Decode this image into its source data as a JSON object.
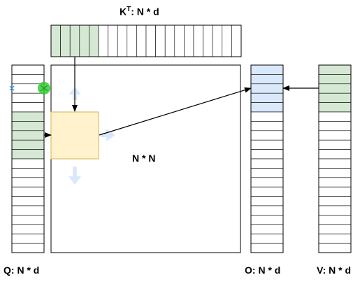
{
  "labels": {
    "k": "K",
    "k_sup": "T",
    "k_rest": ": N * d",
    "q": "Q: N * d",
    "o": "O: N * d",
    "v": "V: N * d",
    "nn": "N * N"
  },
  "colors": {
    "stroke": "#000000",
    "green_fill": "#d5e8d4",
    "green_stroke": "#82b366",
    "blue_fill": "#dae8fc",
    "blue_stroke": "#6c8ebf",
    "yellow_fill": "#fff2cc",
    "yellow_stroke": "#d6b656",
    "hint_arrow": "#dae8fc",
    "cursor_green": "#33cc33",
    "cursor_x": "#3399ff"
  },
  "k_bar": {
    "cells": 20,
    "highlighted": 5
  },
  "q_bar": {
    "cells": 20,
    "highlight_start": 5,
    "highlight_count": 5
  },
  "o_bar": {
    "cells": 20,
    "highlight_start": 0,
    "highlight_count": 5
  },
  "v_bar": {
    "cells": 20,
    "highlight_start": 0,
    "highlight_count": 5
  }
}
